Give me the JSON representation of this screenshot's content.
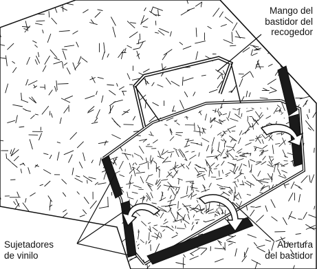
{
  "diagram": {
    "labels": {
      "handle": [
        "Mango del",
        "bastidor del",
        "recogedor"
      ],
      "clips": [
        "Sujetadores",
        "de vinilo"
      ],
      "opening": [
        "Abertura",
        "del bastidor"
      ]
    },
    "colors": {
      "ink": "#111111",
      "background": "#ffffff",
      "clip_fill": "#1a1a1a"
    }
  }
}
